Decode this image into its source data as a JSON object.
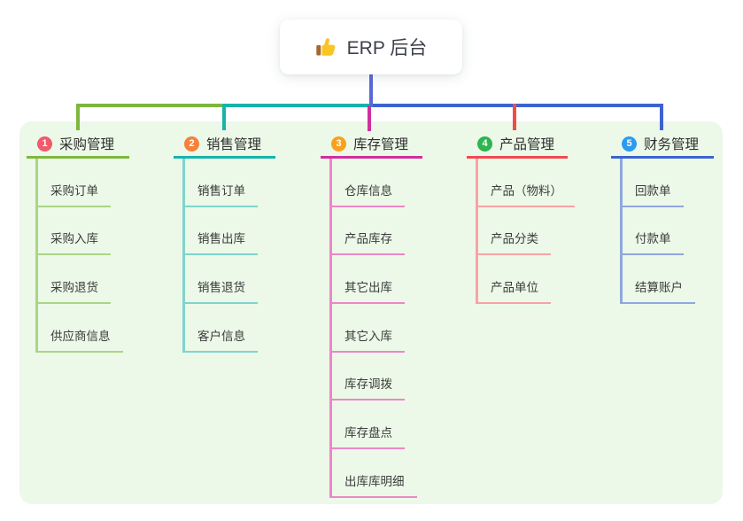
{
  "root": {
    "label": "ERP 后台",
    "icon": "thumbs-up-icon",
    "line_color": "#5a68d6",
    "icon_colors": {
      "hand": "#fac423",
      "sleeve": "#a2692b"
    }
  },
  "panel": {
    "background": "#ecf8e8"
  },
  "branches": [
    {
      "badge": "1",
      "label": "采购管理",
      "colors": {
        "main": "#7eb73f",
        "light": "#abd585",
        "badge": "#f2596b"
      },
      "children": [
        "采购订单",
        "采购入库",
        "采购退货",
        "供应商信息"
      ]
    },
    {
      "badge": "2",
      "label": "销售管理",
      "colors": {
        "main": "#17b3aa",
        "light": "#7fd4cd",
        "badge": "#f5813a"
      },
      "children": [
        "销售订单",
        "销售出库",
        "销售退货",
        "客户信息"
      ]
    },
    {
      "badge": "3",
      "label": "库存管理",
      "colors": {
        "main": "#cf2f9e",
        "light": "#ee86c9",
        "badge": "#f9a11b"
      },
      "children": [
        "仓库信息",
        "产品库存",
        "其它出库",
        "其它入库",
        "库存调拨",
        "库存盘点",
        "出库库明细"
      ]
    },
    {
      "badge": "4",
      "label": "产品管理",
      "colors": {
        "main": "#f04a4f",
        "light": "#f7a3a6",
        "badge": "#2eb451"
      },
      "children": [
        "产品（物料）",
        "产品分类",
        "产品单位"
      ]
    },
    {
      "badge": "5",
      "label": "财务管理",
      "colors": {
        "main": "#3d63d0",
        "light": "#90a7e0",
        "badge": "#2a9bef"
      },
      "children": [
        "回款单",
        "付款单",
        "结算账户"
      ]
    }
  ]
}
